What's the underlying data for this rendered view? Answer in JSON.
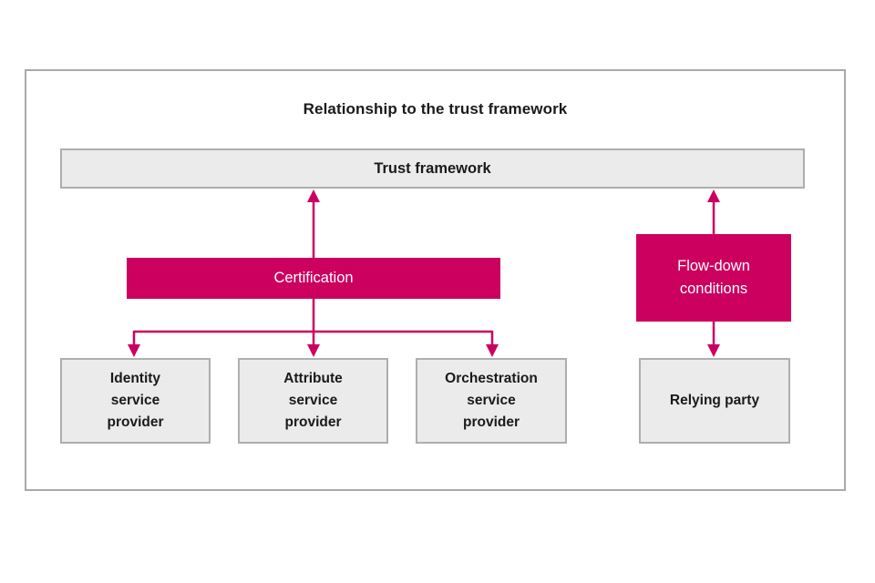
{
  "colors": {
    "accent": "#CC005F",
    "box_fill": "#EBEBEB",
    "box_border": "#AEAEAE",
    "frame_border": "#A9A9A9",
    "dark_text": "#1A1A1A",
    "pink_box_text": "#FFFFFF"
  },
  "diagram": {
    "title": "Relationship to the trust framework",
    "trust_framework": {
      "label": "Trust framework"
    },
    "certification": {
      "label": "Certification"
    },
    "flow_down": {
      "label": "Flow-down\nconditions"
    },
    "providers": [
      {
        "label": "Identity\nservice\nprovider"
      },
      {
        "label": "Attribute\nservice\nprovider"
      },
      {
        "label": "Orchestration\nservice\nprovider"
      }
    ],
    "relying_party": {
      "label": "Relying party"
    }
  }
}
